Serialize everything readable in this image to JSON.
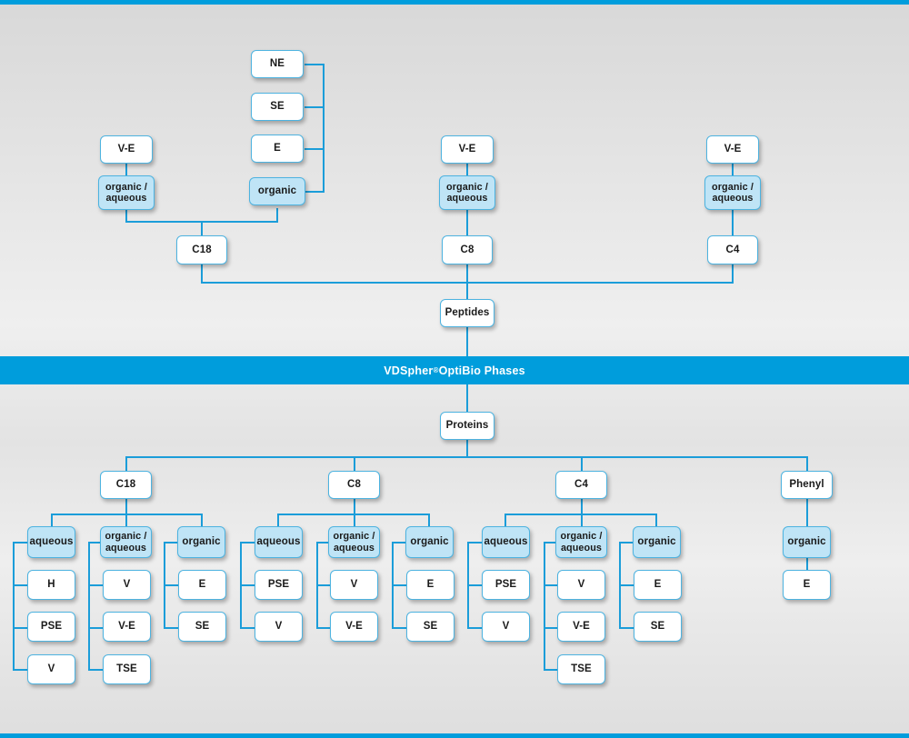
{
  "banner": {
    "text_before": "VDSpher",
    "superscript": "®",
    "text_after": " OptiBio Phases"
  },
  "theme": {
    "accent_blue": "#009ddc",
    "line_blue": "#1b9dd9",
    "box_border": "#4db3e0",
    "box_fill_highlight": "#bfe4f6",
    "box_fill_default": "#ffffff",
    "page_background": "#e3e3e3",
    "banner_text_color": "#ffffff"
  },
  "peptides": {
    "root_label": "Peptides",
    "columns": [
      {
        "phase_label": "C18",
        "groups": [
          {
            "group_label": "organic /\naqueous",
            "items": [
              "V-E"
            ]
          },
          {
            "group_label": "organic",
            "items": [
              "NE",
              "SE",
              "E"
            ]
          }
        ]
      },
      {
        "phase_label": "C8",
        "groups": [
          {
            "group_label": "organic /\naqueous",
            "items": [
              "V-E"
            ]
          }
        ]
      },
      {
        "phase_label": "C4",
        "groups": [
          {
            "group_label": "organic /\naqueous",
            "items": [
              "V-E"
            ]
          }
        ]
      }
    ]
  },
  "proteins": {
    "root_label": "Proteins",
    "columns": [
      {
        "phase_label": "C18",
        "groups": [
          {
            "group_label": "aqueous",
            "items": [
              "H",
              "PSE",
              "V"
            ]
          },
          {
            "group_label": "organic /\naqueous",
            "items": [
              "V",
              "V-E",
              "TSE"
            ]
          },
          {
            "group_label": "organic",
            "items": [
              "E",
              "SE"
            ]
          }
        ]
      },
      {
        "phase_label": "C8",
        "groups": [
          {
            "group_label": "aqueous",
            "items": [
              "PSE",
              "V"
            ]
          },
          {
            "group_label": "organic /\naqueous",
            "items": [
              "V",
              "V-E"
            ]
          },
          {
            "group_label": "organic",
            "items": [
              "E",
              "SE"
            ]
          }
        ]
      },
      {
        "phase_label": "C4",
        "groups": [
          {
            "group_label": "aqueous",
            "items": [
              "PSE",
              "V"
            ]
          },
          {
            "group_label": "organic /\naqueous",
            "items": [
              "V",
              "V-E",
              "TSE"
            ]
          },
          {
            "group_label": "organic",
            "items": [
              "E",
              "SE"
            ]
          }
        ]
      },
      {
        "phase_label": "Phenyl",
        "groups": [
          {
            "group_label": "organic",
            "items": [
              "E"
            ]
          }
        ]
      }
    ]
  },
  "nodes": {
    "t_c18_ve": "V-E",
    "t_c18_oa": "organic /\naqueous",
    "t_c18_org": "organic",
    "t_c18_ne": "NE",
    "t_c18_se": "SE",
    "t_c18_e": "E",
    "t_c18": "C18",
    "t_c8_ve": "V-E",
    "t_c8_oa": "organic /\naqueous",
    "t_c8": "C8",
    "t_c4_ve": "V-E",
    "t_c4_oa": "organic /\naqueous",
    "t_c4": "C4",
    "peptides": "Peptides",
    "proteins": "Proteins",
    "b_c18": "C18",
    "b_c18_aq": "aqueous",
    "b_c18_aq_1": "H",
    "b_c18_aq_2": "PSE",
    "b_c18_aq_3": "V",
    "b_c18_oa": "organic /\naqueous",
    "b_c18_oa_1": "V",
    "b_c18_oa_2": "V-E",
    "b_c18_oa_3": "TSE",
    "b_c18_org": "organic",
    "b_c18_org_1": "E",
    "b_c18_org_2": "SE",
    "b_c8": "C8",
    "b_c8_aq": "aqueous",
    "b_c8_aq_1": "PSE",
    "b_c8_aq_2": "V",
    "b_c8_oa": "organic /\naqueous",
    "b_c8_oa_1": "V",
    "b_c8_oa_2": "V-E",
    "b_c8_org": "organic",
    "b_c8_org_1": "E",
    "b_c8_org_2": "SE",
    "b_c4": "C4",
    "b_c4_aq": "aqueous",
    "b_c4_aq_1": "PSE",
    "b_c4_aq_2": "V",
    "b_c4_oa": "organic /\naqueous",
    "b_c4_oa_1": "V",
    "b_c4_oa_2": "V-E",
    "b_c4_oa_3": "TSE",
    "b_c4_org": "organic",
    "b_c4_org_1": "E",
    "b_c4_org_2": "SE",
    "b_ph": "Phenyl",
    "b_ph_org": "organic",
    "b_ph_org_1": "E"
  }
}
